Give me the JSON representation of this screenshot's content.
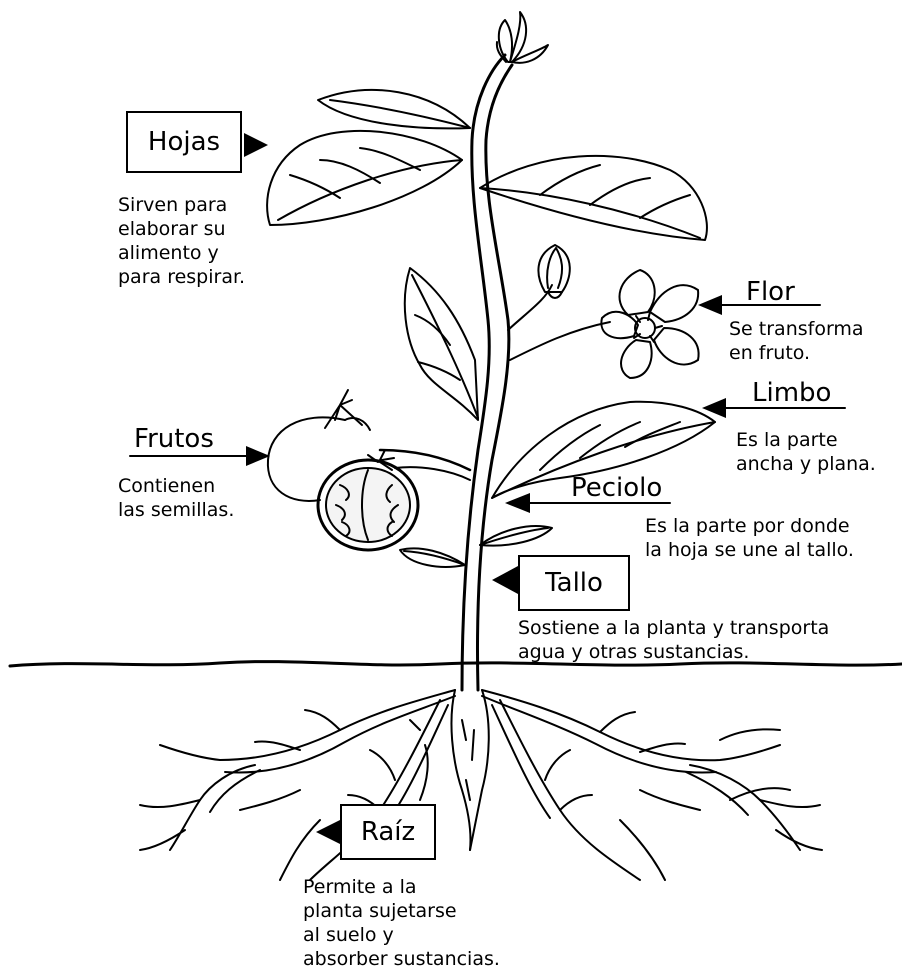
{
  "labels": {
    "hojas": {
      "title": "Hojas",
      "desc": "Sirven para\nelaborar su\nalimento y\npara respirar."
    },
    "flor": {
      "title": "Flor",
      "desc": "Se transforma\nen fruto."
    },
    "limbo": {
      "title": "Limbo",
      "desc": "Es la parte\nancha y plana."
    },
    "frutos": {
      "title": "Frutos",
      "desc": "Contienen\nlas semillas."
    },
    "peciolo": {
      "title": "Peciolo",
      "desc": "Es la parte por donde\nla hoja se une al tallo."
    },
    "tallo": {
      "title": "Tallo",
      "desc": "Sostiene a la planta y transporta\nagua y otras sustancias."
    },
    "raiz": {
      "title": "Raíz",
      "desc": "Permite a la\nplanta sujetarse\nal suelo y\nabsorber sustancias."
    }
  },
  "colors": {
    "ink": "#000000",
    "paper": "#ffffff",
    "fruit_flesh": "#f4f4f4"
  }
}
